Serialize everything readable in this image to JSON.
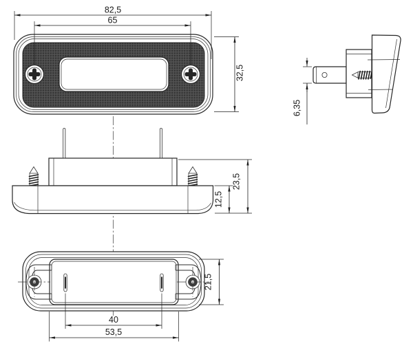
{
  "drawing_type": "technical-drawing-lamp-3-views",
  "dimensions": {
    "overall_width": "82,5",
    "window_width": "65",
    "overall_height": "32,5",
    "terminal_width": "6,35",
    "overall_depth": "23,5",
    "base_depth": "12,5",
    "cutout_height": "21,5",
    "slot_spacing": "40",
    "cutout_width": "53,5"
  },
  "colors": {
    "line": "#262626",
    "face_texture": "#4d4d4d",
    "background": "#ffffff"
  }
}
